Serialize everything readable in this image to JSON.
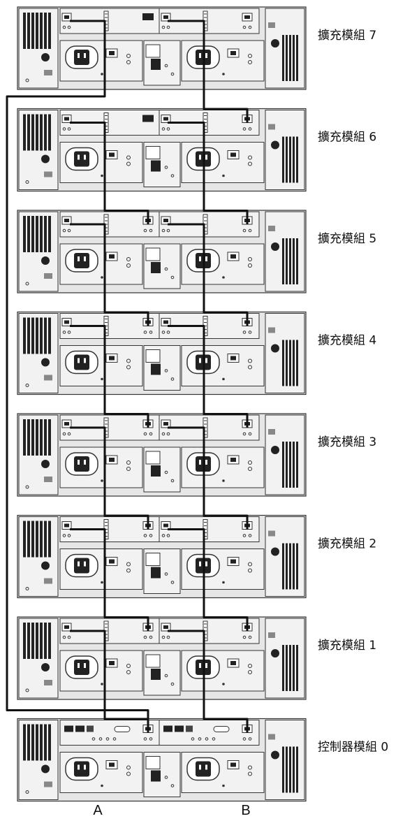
{
  "modules": [
    {
      "label": "擴充模組 7",
      "kind": "expansion",
      "left_port": false,
      "right_port": true
    },
    {
      "label": "擴充模組 6",
      "kind": "expansion",
      "left_port": false,
      "right_port": true
    },
    {
      "label": "擴充模組 5",
      "kind": "expansion",
      "left_port": true,
      "right_port": true
    },
    {
      "label": "擴充模組 4",
      "kind": "expansion",
      "left_port": true,
      "right_port": true
    },
    {
      "label": "擴充模組 3",
      "kind": "expansion",
      "left_port": true,
      "right_port": true
    },
    {
      "label": "擴充模組 2",
      "kind": "expansion",
      "left_port": true,
      "right_port": true
    },
    {
      "label": "擴充模組 1",
      "kind": "expansion",
      "left_port": true,
      "right_port": true
    },
    {
      "label": "控制器模組 0",
      "kind": "controller",
      "left_port": true,
      "right_port": true
    }
  ],
  "bottom_labels": {
    "a": "A",
    "b": "B"
  },
  "colors": {
    "chassis": "#e6e6e6",
    "panel": "#f2f2f2",
    "stroke": "#333333",
    "cable": "#111111",
    "vent": "#222222"
  }
}
